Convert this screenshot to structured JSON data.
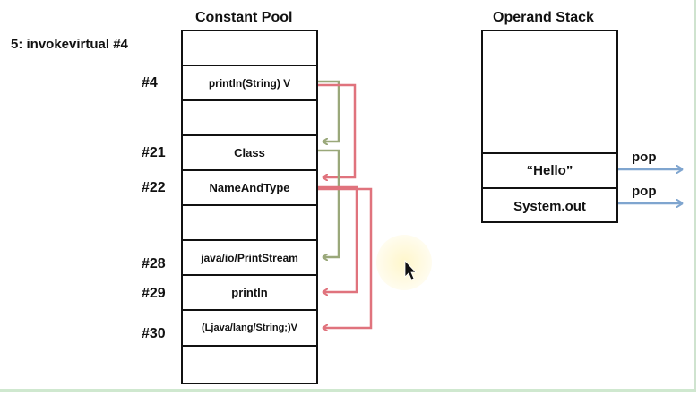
{
  "instruction": "5: invokevirtual #4",
  "constant_pool": {
    "title": "Constant Pool",
    "rows": [
      {
        "ref": "",
        "text": ""
      },
      {
        "ref": "#4",
        "text": "println(String) V"
      },
      {
        "ref": "",
        "text": ""
      },
      {
        "ref": "#21",
        "text": "Class"
      },
      {
        "ref": "#22",
        "text": "NameAndType"
      },
      {
        "ref": "",
        "text": ""
      },
      {
        "ref": "#28",
        "text": "java/io/PrintStream"
      },
      {
        "ref": "#29",
        "text": "println"
      },
      {
        "ref": "#30",
        "text": "(Ljava/lang/String;)V"
      },
      {
        "ref": "",
        "text": ""
      }
    ]
  },
  "operand_stack": {
    "title": "Operand Stack",
    "items": [
      "“Hello”",
      "System.out"
    ],
    "pop_labels": [
      "pop",
      "pop"
    ]
  },
  "colors": {
    "green_arrow": "#9aa87a",
    "red_arrow": "#e0737d",
    "blue_arrow": "#7fa5cf"
  },
  "icons": [
    "mouse-pointer-icon"
  ]
}
